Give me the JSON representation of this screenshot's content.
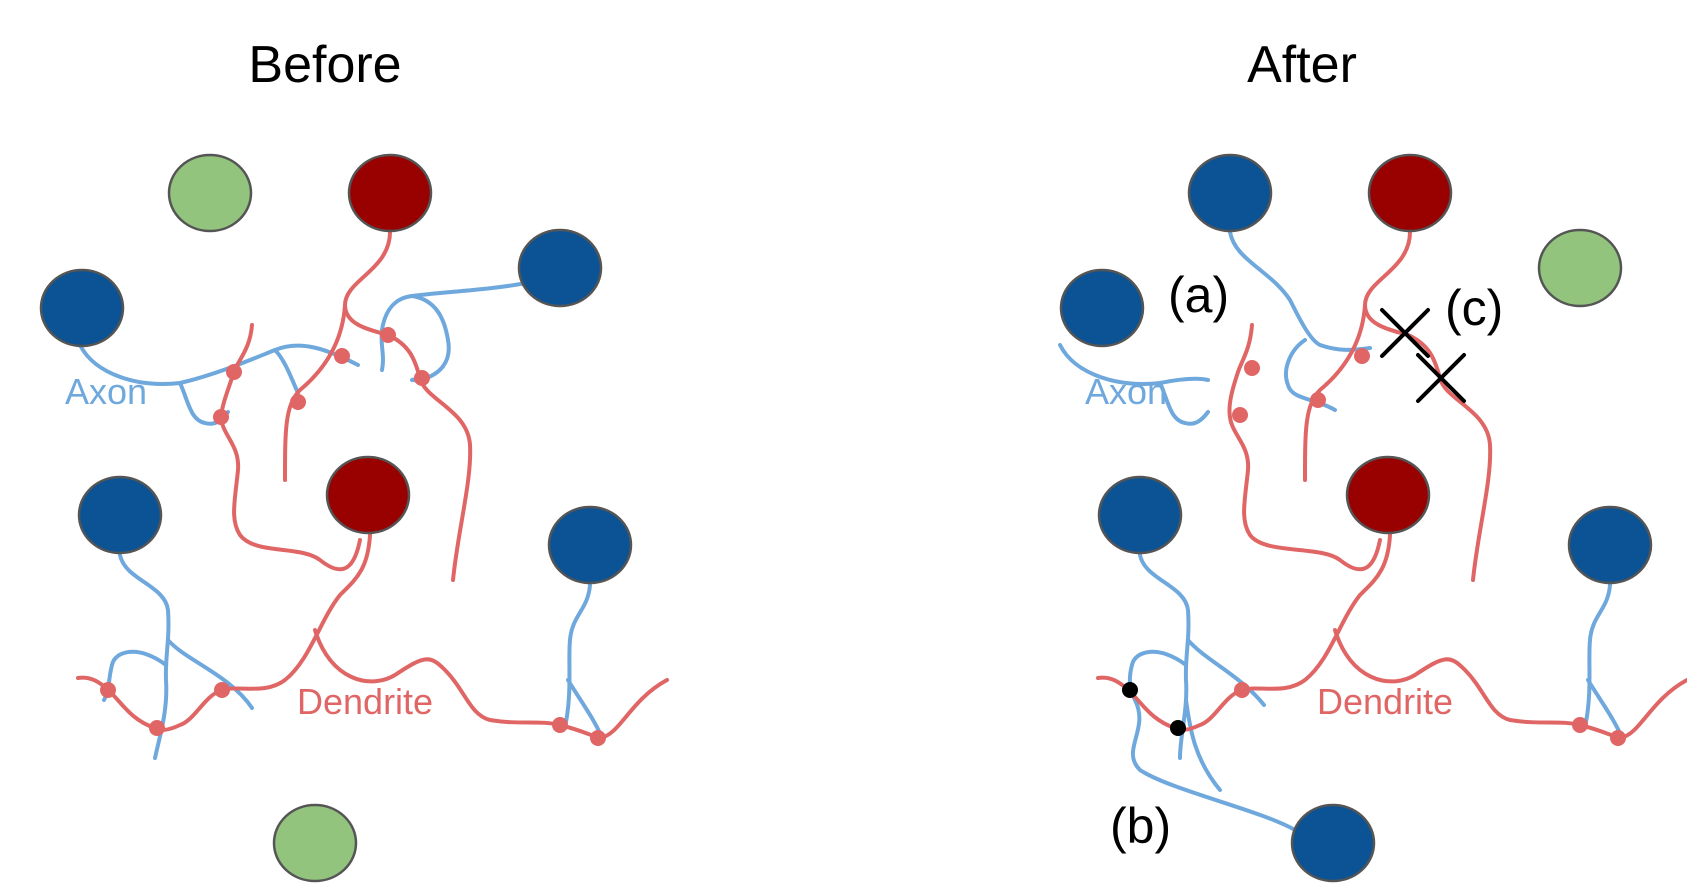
{
  "colors": {
    "axon": "#6fa8dc",
    "dendrite": "#e06666",
    "excitatory_neuron": "#0b5394",
    "inhibitory_neuron": "#990000",
    "glia": "#93c47d",
    "new_synapse": "#000000"
  },
  "panels": [
    {
      "title": "Before",
      "axon_label": "Axon",
      "dendrite_label": "Dendrite"
    },
    {
      "title": "After",
      "axon_label": "Axon",
      "dendrite_label": "Dendrite"
    }
  ],
  "annotations": {
    "a": "(a)",
    "b": "(b)",
    "c": "(c)"
  },
  "icons": {
    "removed_synapse": "cross-mark-icon"
  }
}
